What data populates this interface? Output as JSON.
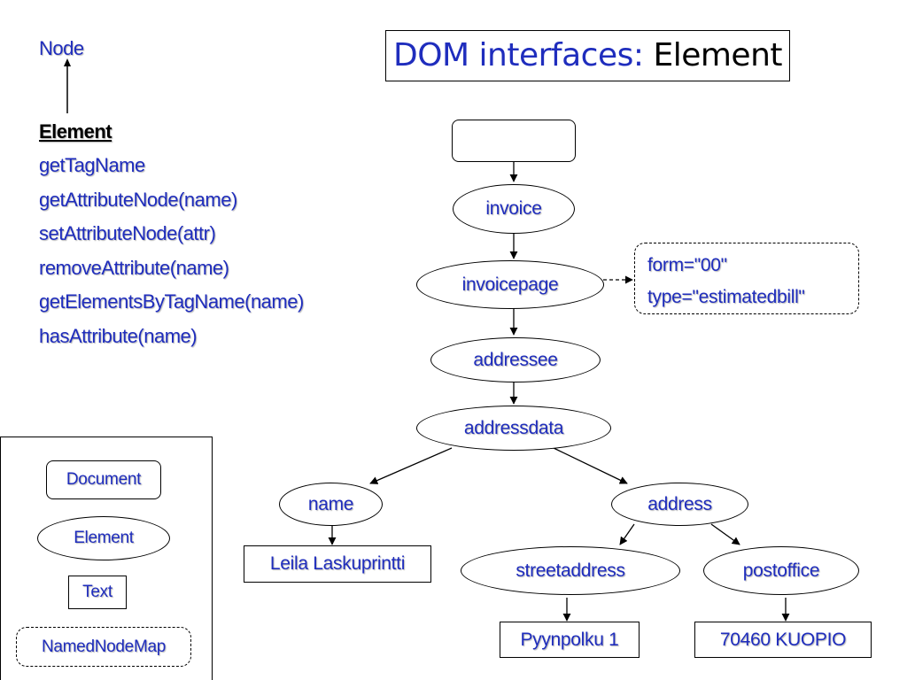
{
  "title": {
    "part1": "DOM interfaces:",
    "part2": "Element"
  },
  "inheritance": {
    "parent": "Node",
    "current": "Element",
    "methods": [
      "getTagName",
      "getAttributeNode(name)",
      "setAttributeNode(attr)",
      "removeAttribute(name)",
      "getElementsByTagName(name)",
      "hasAttribute(name)"
    ]
  },
  "tree": {
    "document": "",
    "invoice": "invoice",
    "invoicepage": "invoicepage",
    "attributes": [
      "form=\"00\"",
      "type=\"estimatedbill\""
    ],
    "addressee": "addressee",
    "addressdata": "addressdata",
    "name": "name",
    "name_text": "Leila Laskuprintti",
    "address": "address",
    "streetaddress": "streetaddress",
    "streetaddress_text": "Pyynpolku 1",
    "postoffice": "postoffice",
    "postoffice_text": "70460 KUOPIO"
  },
  "legend": {
    "document": "Document",
    "element": "Element",
    "text": "Text",
    "namednodemap": "NamedNodeMap"
  },
  "colors": {
    "text_blue": "#1f2dbd",
    "line": "#000000"
  }
}
